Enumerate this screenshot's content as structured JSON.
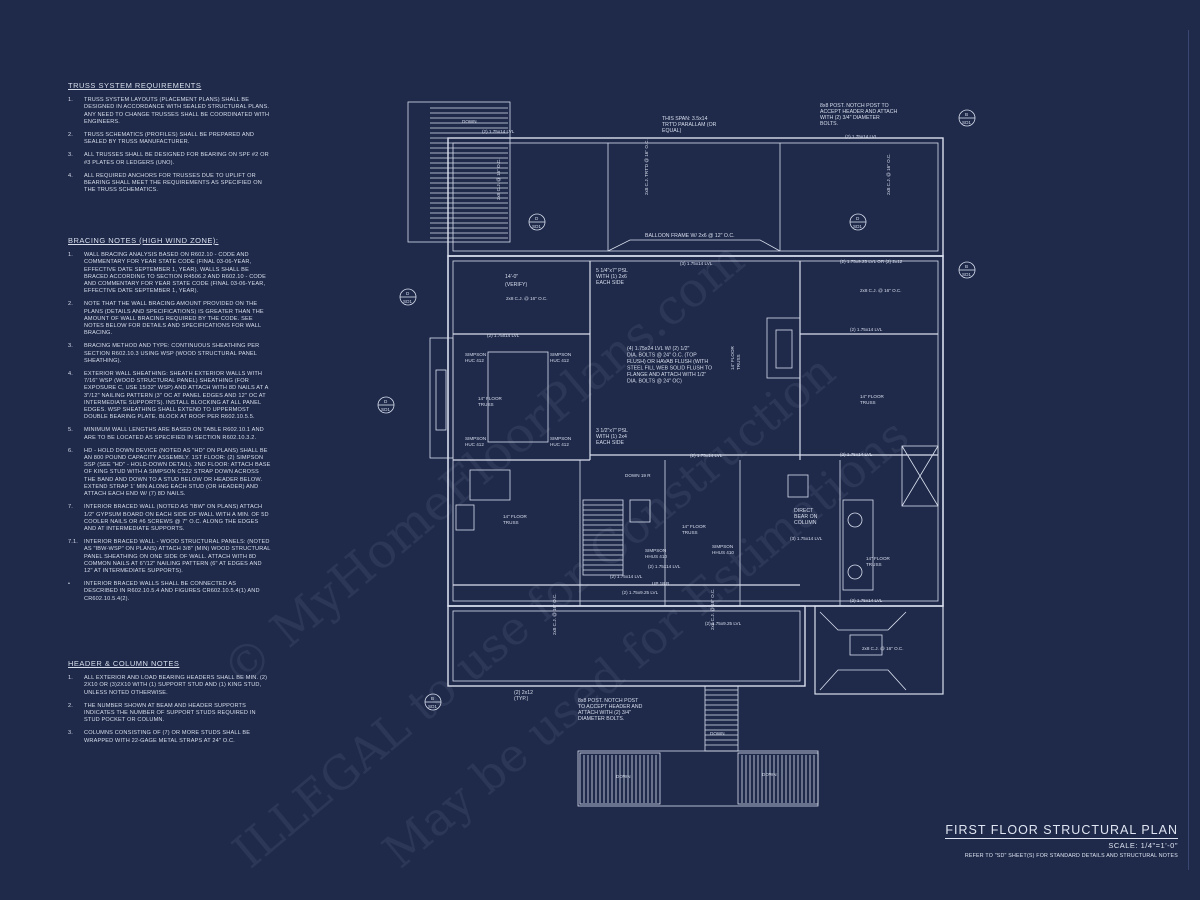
{
  "notes": {
    "truss": {
      "heading": "TRUSS SYSTEM REQUIREMENTS",
      "items": [
        {
          "n": "1.",
          "text": "TRUSS SYSTEM LAYOUTS (PLACEMENT PLANS) SHALL BE DESIGNED IN ACCORDANCE WITH SEALED STRUCTURAL PLANS. ANY NEED TO CHANGE TRUSSES SHALL BE COORDINATED WITH ENGINEERS."
        },
        {
          "n": "2.",
          "text": "TRUSS SCHEMATICS (PROFILES) SHALL BE PREPARED AND SEALED BY TRUSS MANUFACTURER."
        },
        {
          "n": "3.",
          "text": "ALL TRUSSES SHALL BE DESIGNED FOR BEARING ON SPF #2 OR #3 PLATES OR LEDGERS (UNO)."
        },
        {
          "n": "4.",
          "text": "ALL REQUIRED ANCHORS FOR TRUSSES DUE TO UPLIFT OR BEARING SHALL MEET THE REQUIREMENTS AS SPECIFIED ON THE TRUSS SCHEMATICS."
        }
      ]
    },
    "bracing": {
      "heading": "BRACING NOTES (HIGH WIND ZONE):",
      "items": [
        {
          "n": "1.",
          "text": "WALL BRACING ANALYSIS BASED ON R602.10 - CODE AND COMMENTARY FOR YEAR STATE CODE (FINAL 03-06-YEAR, EFFECTIVE DATE SEPTEMBER 1, YEAR). WALLS SHALL BE BRACED ACCORDING TO SECTION R4506.2 AND R602.10 - CODE AND COMMENTARY FOR YEAR STATE CODE (FINAL 03-06-YEAR, EFFECTIVE DATE SEPTEMBER 1, YEAR)."
        },
        {
          "n": "2.",
          "text": "NOTE THAT THE WALL BRACING AMOUNT PROVIDED ON THE PLANS (DETAILS AND SPECIFICATIONS) IS GREATER THAN THE AMOUNT OF WALL BRACING REQUIRED BY THE CODE. SEE NOTES BELOW FOR DETAILS AND SPECIFICATIONS FOR WALL BRACING."
        },
        {
          "n": "3.",
          "text": "BRACING METHOD AND TYPE: CONTINUOUS SHEATHING PER SECTION R602.10.3 USING WSP (WOOD STRUCTURAL PANEL SHEATHING)."
        },
        {
          "n": "4.",
          "text": "EXTERIOR WALL SHEATHING: SHEATH EXTERIOR WALLS WITH 7/16\" WSP (WOOD STRUCTURAL PANEL) SHEATHING (FOR EXPOSURE C, USE 15/32\" WSP) AND ATTACH WITH 8D NAILS AT A 3\"/12\" NAILING PATTERN (3\" OC AT PANEL EDGES AND 12\" OC AT INTERMEDIATE SUPPORTS). INSTALL BLOCKING AT ALL PANEL EDGES. WSP SHEATHING SHALL EXTEND TO UPPERMOST DOUBLE BEARING PLATE. BLOCK AT ROOF PER R602.10.5.5."
        },
        {
          "n": "5.",
          "text": "MINIMUM WALL LENGTHS ARE BASED ON TABLE R602.10.1 AND ARE TO BE LOCATED AS SPECIFIED IN SECTION R602.10.3.2."
        },
        {
          "n": "6.",
          "text": "HD - HOLD DOWN DEVICE (NOTED AS \"HD\" ON PLANS) SHALL BE AN 800 POUND CAPACITY ASSEMBLY. 1ST FLOOR: (2) SIMPSON SSP (SEE \"HD\" - HOLD-DOWN DETAIL). 2ND FLOOR: ATTACH BASE OF KING STUD WITH A SIMPSON CS22 STRAP DOWN ACROSS THE BAND AND DOWN TO A STUD BELOW OR HEADER BELOW. EXTEND STRAP 1' MIN ALONG EACH STUD (OR HEADER) AND ATTACH EACH END W/ (7) 8D NAILS."
        },
        {
          "n": "7.",
          "text": "INTERIOR BRACED WALL (NOTED AS \"IBW\" ON PLANS) ATTACH 1/2\" GYPSUM BOARD ON EACH SIDE OF WALL WITH A MIN. OF 5D COOLER NAILS OR #6 SCREWS @ 7\" O.C. ALONG THE EDGES AND AT INTERMEDIATE SUPPORTS."
        },
        {
          "n": "7.1.",
          "text": "INTERIOR BRACED WALL - WOOD STRUCTURAL PANELS: (NOTED AS \"IBW-WSP\" ON PLANS) ATTACH 3/8\" (MIN) WOOD STRUCTURAL PANEL SHEATHING ON ONE SIDE OF WALL. ATTACH WITH 8D COMMON NAILS AT 6\"/12\" NAILING PATTERN (6\" AT EDGES AND 12\" AT INTERMEDIATE SUPPORTS)."
        },
        {
          "n": "•",
          "text": "INTERIOR BRACED WALLS SHALL BE CONNECTED AS DESCRIBED IN R602.10.5.4 AND FIGURES CR602.10.5.4(1) AND CR602.10.5.4(2)."
        }
      ]
    },
    "header": {
      "heading": "HEADER & COLUMN NOTES",
      "items": [
        {
          "n": "1.",
          "text": "ALL EXTERIOR AND LOAD BEARING HEADERS SHALL BE MIN. (2) 2x10 OR (3)2x10 WITH (1) SUPPORT STUD AND (1) KING STUD, UNLESS NOTED OTHERWISE."
        },
        {
          "n": "2.",
          "text": "THE NUMBER SHOWN AT BEAM AND HEADER SUPPORTS INDICATES THE NUMBER OF SUPPORT STUDS REQUIRED IN STUD POCKET OR COLUMN."
        },
        {
          "n": "3.",
          "text": "COLUMNS CONSISTING OF (7) OR MORE STUDS SHALL BE WRAPPED WITH 22-GAGE METAL STRAPS AT 24\" O.C."
        }
      ]
    }
  },
  "plan": {
    "callouts_top": [
      "THIS SPAN: 3.5x14 TRT'D PARALLAM (OR EQUAL)",
      "8x8 POST. NOTCH POST TO ACCEPT HEADER AND ATTACH WITH (2) 3/4\" DIAMETER BOLTS."
    ],
    "beams": [
      "(2) 1.75x14 LVL",
      "(2) 1.75x14 LVL",
      "(3) 1.75x14 LVL",
      "(2) 1.75x9.25 LVL OR (2) 2x12",
      "(2) 1.75x14 LVL",
      "(2) 1.75x14 LVL",
      "(2) 1.75x14 LVL",
      "(2) 1.75x14 LVL",
      "(3) 1.75x14 LVL",
      "(2) 1.75x14 LVL",
      "(2) 1.75x9.25 LVL",
      "(2) 1.75x9.25 LVL",
      "(2) 1.75x14 LVL",
      "(2) 1.75x14 LVL"
    ],
    "joists": [
      "2x8 C.J. @ 16\" O.C.",
      "2x8 C.J. TRT'D @ 16\" O.C.",
      "2x8 C.J. @ 16\" O.C.",
      "2x8 C.J. @ 16\" O.C.",
      "2x8 C.J. @ 16\" O.C.",
      "2x8 C.J. @ 16\" O.C.",
      "2x8 C.J. @ 16\" O.C.",
      "2x8 C.J. @ 16\" O.C."
    ],
    "balloon": "BALLOON FRAME W/ 2x6 @ 12\" O.C.",
    "dim": "14'-0\" (VERIFY)",
    "psl": [
      "5 1/4\"x7\" PSL WITH (1) 2x6 EACH SIDE",
      "3 1/2\"x7\" PSL WITH (1) 2x4 EACH SIDE"
    ],
    "bolt_note": "(4) 1.75x24 LVL W/ (2) 1/2\" DIA. BOLTS @ 24\" O.C. (TOP FLUSH) OR HAVAB FLUSH (WITH STEEL FILL WEB SOLID FLUSH TO FLANGE AND ATTACH WITH 1/2\" DIA. BOLTS @ 24\" OC)",
    "hangers": [
      "SIMPSON HUC 412",
      "SIMPSON HUC 412",
      "SIMPSON HUC 412",
      "SIMPSON HUC 412",
      "SIMPSON HHUS 410",
      "SIMPSON HHUS 410"
    ],
    "floor_truss": [
      "14\" FLOOR TRUSS",
      "14\" FLOOR TRUSS",
      "14\" FLOOR TRUSS",
      "14\" FLOOR TRUSS",
      "14\" FLOOR TRUSS",
      "14\" FLOOR TRUSS"
    ],
    "column": "DIRECT BEAR ON COLUMN",
    "post_bottom": "8x8 POST. NOTCH POST TO ACCEPT HEADER AND ATTACH WITH (2) 3/4\" DIAMETER BOLTS.",
    "ledger": "(2) 2x12 (TYP.)",
    "stairs": [
      "DOWN",
      "DOWN 19 R",
      "UP 18 R",
      "DOWN",
      "DOWN",
      "DOWN"
    ],
    "tags": [
      "D SD1",
      "D SD1",
      "D SD1",
      "B SD1",
      "B SD1",
      "D SD1",
      "B SD1"
    ]
  },
  "watermark": [
    "© MyHomeFloorPlans.com",
    "ILLEGAL to use for Construction",
    "May be used for Estimations"
  ],
  "title": {
    "name": "FIRST FLOOR STRUCTURAL PLAN",
    "scale": "SCALE: 1/4\"=1'-0\"",
    "refer": "REFER TO \"SD\" SHEET(S) FOR STANDARD DETAILS AND STRUCTURAL NOTES"
  }
}
